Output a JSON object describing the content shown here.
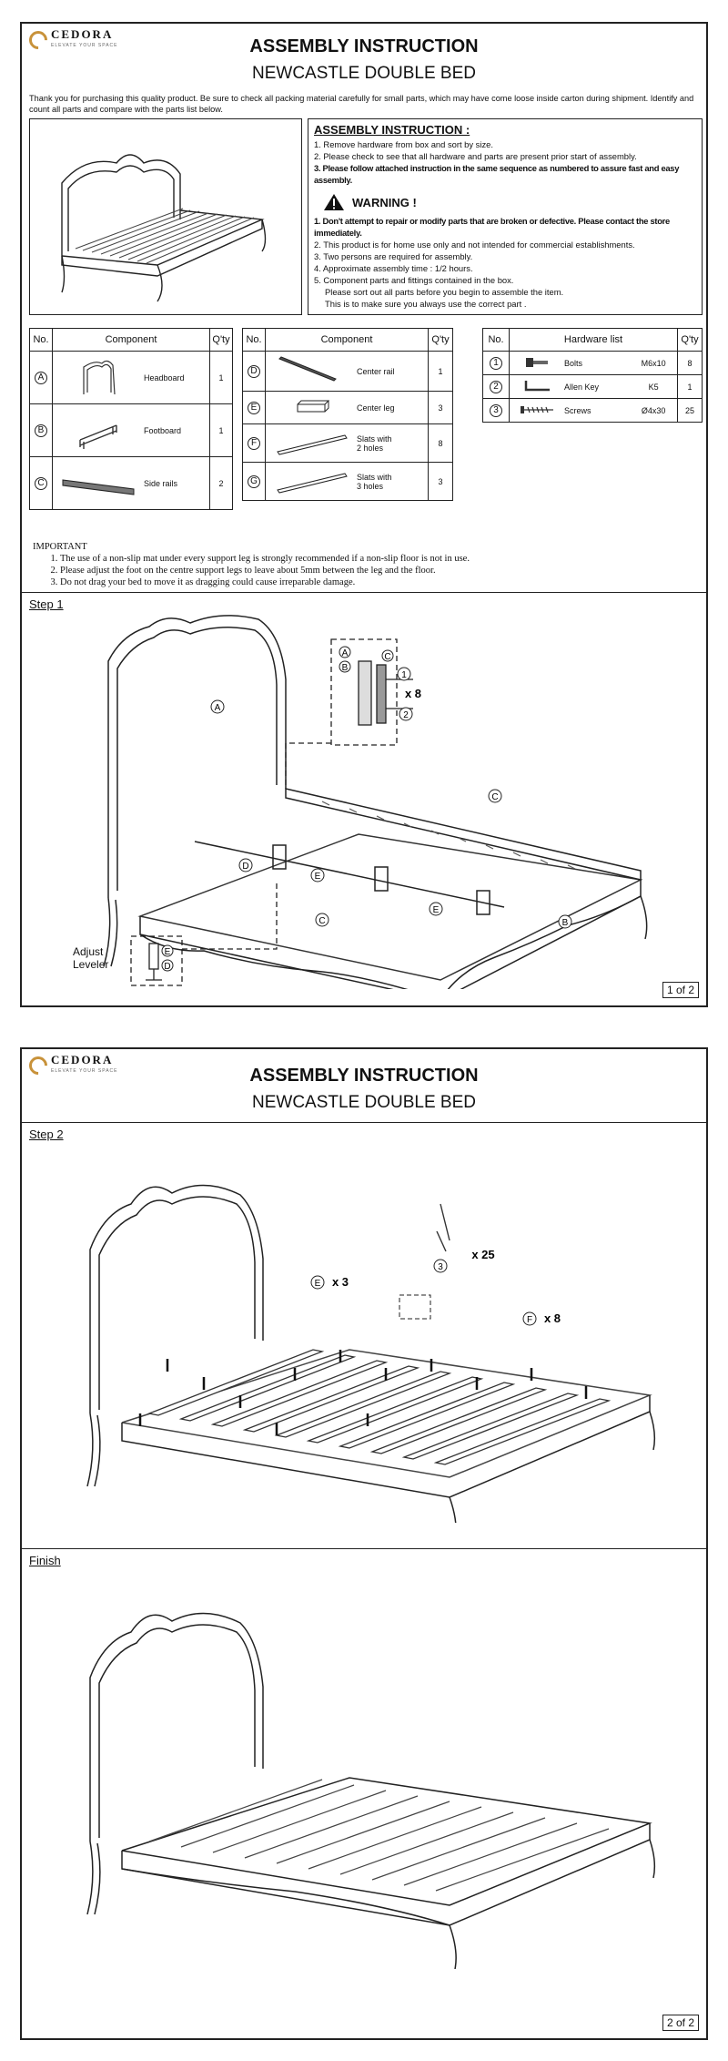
{
  "brand": {
    "name": "CEDORA",
    "tagline": "ELEVATE YOUR SPACE"
  },
  "title": "ASSEMBLY INSTRUCTION",
  "subtitle": "NEWCASTLE DOUBLE BED",
  "intro": "Thank you for purchasing this quality product. Be sure to check all packing material carefully for small parts, which may have come loose inside carton during shipment. Identify and count all parts and compare with the parts list below.",
  "assembly": {
    "heading": "ASSEMBLY INSTRUCTION :",
    "steps": [
      "1. Remove hardware from box and sort by size.",
      "2. Please check to see that all hardware and parts are present prior start of assembly.",
      "3. Please follow attached instruction in the same sequence as numbered to assure fast and easy assembly."
    ]
  },
  "warning": {
    "heading": "WARNING !",
    "items": [
      "1. Don't attempt to repair or modify parts that are broken or defective. Please contact the store immediately.",
      "2. This product is for home use  only and not intended for commercial establishments.",
      "3. Two persons are required for assembly.",
      "4. Approximate assembly time : 1/2 hours.",
      "5. Component parts and fittings contained in the box.",
      "Please sort out all parts before you begin to assemble the item.",
      "This is to make sure  you always use the correct part ."
    ]
  },
  "table_headers": {
    "no": "No.",
    "component": "Component",
    "qty": "Q'ty",
    "hardware": "Hardware list"
  },
  "components_left": [
    {
      "id": "A",
      "name": "Headboard",
      "qty": "1"
    },
    {
      "id": "B",
      "name": "Footboard",
      "qty": "1"
    },
    {
      "id": "C",
      "name": "Side rails",
      "qty": "2"
    }
  ],
  "components_right": [
    {
      "id": "D",
      "name": "Center rail",
      "qty": "1"
    },
    {
      "id": "E",
      "name": "Center leg",
      "qty": "3"
    },
    {
      "id": "F",
      "name": "Slats with\n2 holes",
      "qty": "8"
    },
    {
      "id": "G",
      "name": "Slats with\n3 holes",
      "qty": "3"
    }
  ],
  "hardware": [
    {
      "id": "1",
      "name": "Bolts",
      "size": "M6x10",
      "qty": "8"
    },
    {
      "id": "2",
      "name": "Allen Key",
      "size": "K5",
      "qty": "1"
    },
    {
      "id": "3",
      "name": "Screws",
      "size": "Ø4x30",
      "qty": "25"
    }
  ],
  "important": {
    "heading": "IMPORTANT",
    "items": [
      "The use of a non-slip mat under every support leg is strongly recommended if a non-slip floor is not in use.",
      "Please adjust the foot on the centre support legs to leave about 5mm between the leg and the floor.",
      "Do not drag your bed to move it as dragging could cause irreparable damage."
    ]
  },
  "step1": {
    "label": "Step 1",
    "callouts": {
      "a": "A",
      "b": "B",
      "c": "C",
      "d": "D",
      "e": "E",
      "one": "1",
      "two": "2",
      "x8": "x 8",
      "adjust": "Adjust\nLeveler"
    }
  },
  "step2": {
    "label": "Step 2",
    "callouts": {
      "e": "E",
      "x3": "x 3",
      "three": "3",
      "x25": "x 25",
      "f": "F",
      "x8": "x 8"
    }
  },
  "finish": {
    "label": "Finish"
  },
  "page1_no": "1 of 2",
  "page2_no": "2 of 2"
}
